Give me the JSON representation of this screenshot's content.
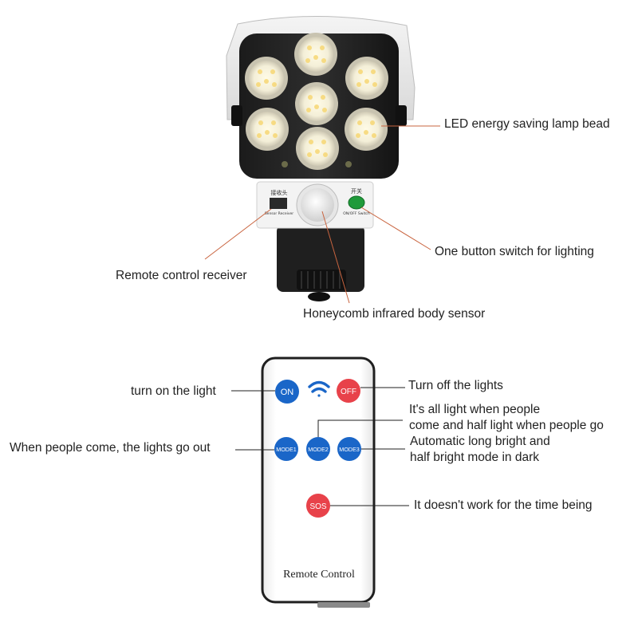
{
  "lamp": {
    "receiver_cn": "接收头",
    "receiver_en": "Sensor Receiver",
    "switch_cn": "开关",
    "switch_en": "ON/OFF Switch"
  },
  "callouts": {
    "led": "LED energy saving lamp bead",
    "switch": "One button switch for lighting",
    "receiver": "Remote control receiver",
    "sensor": "Honeycomb infrared body sensor"
  },
  "remote": {
    "buttons": {
      "on": "ON",
      "off": "OFF",
      "mode1": "MODE1",
      "mode2": "MODE2",
      "mode3": "MODE3",
      "sos": "SOS"
    },
    "brand_label": "Remote Control"
  },
  "remote_callouts": {
    "on": "turn on the light",
    "off": "Turn off the lights",
    "mode2_line1": "It's all light when people",
    "mode2_line2": "come and half light when people go",
    "mode1": "When people come, the lights go out",
    "mode3_line1": "Automatic long bright and",
    "mode3_line2": "half bright mode in dark",
    "sos": "It doesn't work for the time being"
  },
  "colors": {
    "leader_line": "#c9643f",
    "button_blue": "#1a66c8",
    "button_red": "#e8424a",
    "wifi_blue": "#1a66c8",
    "switch_green": "#1f9a3a"
  }
}
